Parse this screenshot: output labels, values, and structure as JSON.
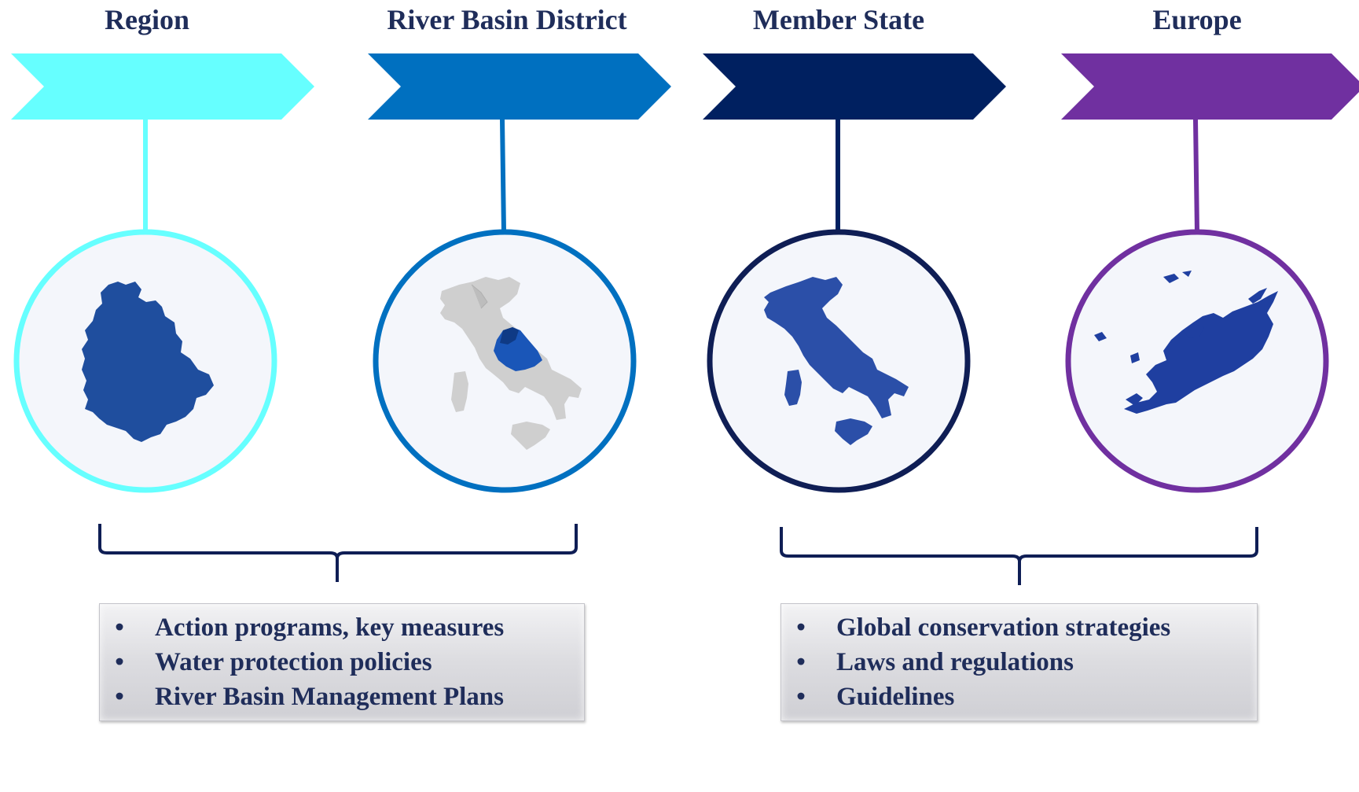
{
  "levels": [
    {
      "title": "Region",
      "color": "#66ffff",
      "map_icon": "umbria-region-map-icon"
    },
    {
      "title": "River Basin District",
      "color": "#0070c0",
      "map_icon": "italy-central-district-map-icon"
    },
    {
      "title": "Member State",
      "color": "#002060",
      "map_icon": "italy-map-icon"
    },
    {
      "title": "Europe",
      "color": "#7030a0",
      "map_icon": "europe-map-icon"
    }
  ],
  "left_group": {
    "bullet": "•",
    "items": [
      "Action programs, key measures",
      "Water protection policies",
      "River Basin Management Plans"
    ]
  },
  "right_group": {
    "bullet": "•",
    "items": [
      "Global conservation strategies",
      "Laws and regulations",
      "Guidelines"
    ]
  },
  "colors": {
    "text": "#1f2d5a",
    "map_blue": "#2b4fa8",
    "map_highlight": "#1a56b8",
    "map_grey": "#cfcfcf",
    "circle_fill": "#f4f6fb",
    "brace": "#0f1e55"
  }
}
